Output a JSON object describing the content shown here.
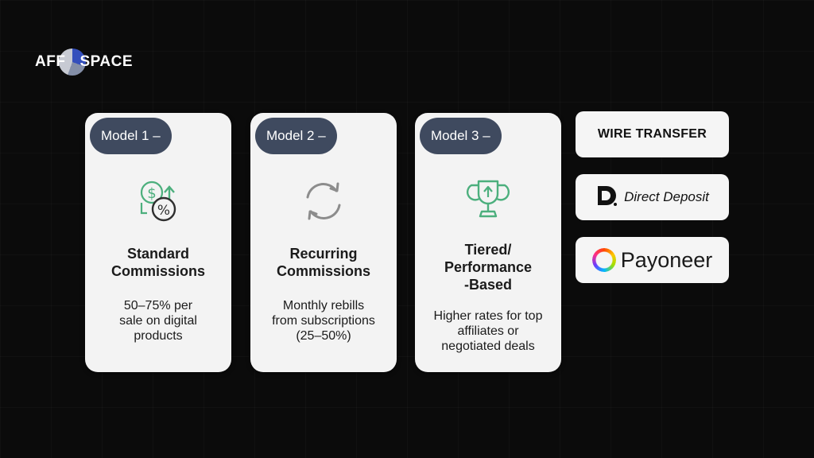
{
  "brand": {
    "left": "AFF",
    "right": "SPACE"
  },
  "models": [
    {
      "label": "Model 1 –",
      "icon": "dollar-percent-icon",
      "title_lines": [
        "Standard",
        "Commissions"
      ],
      "desc_lines": [
        "50–75% per",
        "sale on digital",
        "products"
      ]
    },
    {
      "label": "Model 2 –",
      "icon": "recurring-arrows-icon",
      "title_lines": [
        "Recurring",
        "Commissions"
      ],
      "desc_lines": [
        "Monthly rebills",
        "from subscriptions",
        "(25–50%)"
      ]
    },
    {
      "label": "Model 3 –",
      "icon": "trophy-icon",
      "title_lines": [
        "Tiered/",
        "Performance",
        "-Based"
      ],
      "desc_lines": [
        "Higher rates for top",
        "affiliates or",
        "negotiated deals"
      ]
    }
  ],
  "payments": {
    "wire": "WIRE TRANSFER",
    "direct_deposit": "Direct Deposit",
    "payoneer": "Payoneer"
  },
  "colors": {
    "pill_bg": "#3f4a5f",
    "icon_green": "#4caf7d",
    "icon_gray": "#8c8c8c"
  }
}
